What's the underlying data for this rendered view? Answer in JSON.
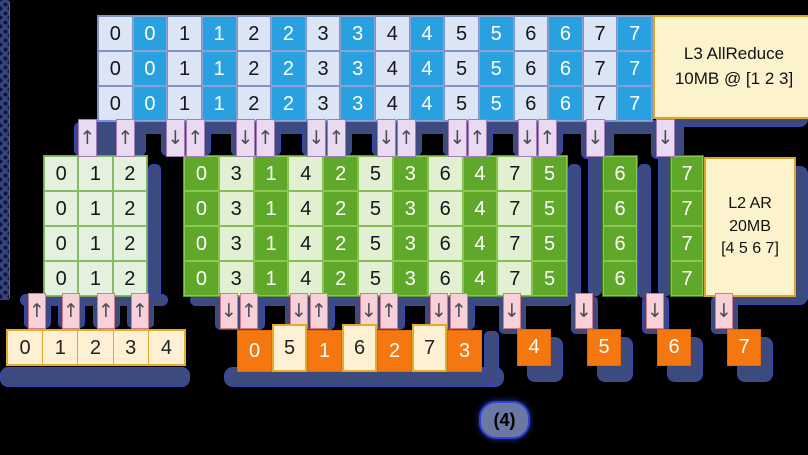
{
  "figure_label": "(4)",
  "l3": {
    "note_line1": "L3 AllReduce",
    "note_line2": "10MB @ [1 2 3]",
    "row_count": 3,
    "columns": [
      {
        "v": "0",
        "tone": "light"
      },
      {
        "v": "0",
        "tone": "dark"
      },
      {
        "v": "1",
        "tone": "light"
      },
      {
        "v": "1",
        "tone": "dark"
      },
      {
        "v": "2",
        "tone": "light"
      },
      {
        "v": "2",
        "tone": "dark"
      },
      {
        "v": "3",
        "tone": "light"
      },
      {
        "v": "3",
        "tone": "dark"
      },
      {
        "v": "4",
        "tone": "light"
      },
      {
        "v": "4",
        "tone": "dark"
      },
      {
        "v": "5",
        "tone": "light"
      },
      {
        "v": "5",
        "tone": "dark"
      },
      {
        "v": "6",
        "tone": "light"
      },
      {
        "v": "6",
        "tone": "dark"
      },
      {
        "v": "7",
        "tone": "light"
      },
      {
        "v": "7",
        "tone": "dark"
      }
    ]
  },
  "l2": {
    "note_line1": "L2 AR",
    "note_line2": "20MB",
    "note_line3": "[4 5 6 7]",
    "grid_a": {
      "row_count": 4,
      "values": [
        "0",
        "1",
        "2"
      ]
    },
    "grid_b": {
      "row_count": 4,
      "columns": [
        {
          "v": "0",
          "tone": "dark"
        },
        {
          "v": "3",
          "tone": "pale"
        },
        {
          "v": "1",
          "tone": "dark"
        },
        {
          "v": "4",
          "tone": "pale"
        },
        {
          "v": "2",
          "tone": "dark"
        },
        {
          "v": "5",
          "tone": "pale"
        },
        {
          "v": "3",
          "tone": "dark"
        },
        {
          "v": "6",
          "tone": "pale"
        },
        {
          "v": "4",
          "tone": "dark"
        },
        {
          "v": "7",
          "tone": "pale"
        },
        {
          "v": "5",
          "tone": "dark"
        }
      ]
    },
    "col_6": {
      "row_count": 4,
      "value": "6"
    },
    "col_7": {
      "row_count": 4,
      "value": "7"
    }
  },
  "l1": {
    "left_row": [
      "0",
      "1",
      "2",
      "3",
      "4"
    ],
    "mid_row": [
      {
        "v": "0",
        "tone": "orange"
      },
      {
        "v": "5",
        "tone": "cream"
      },
      {
        "v": "1",
        "tone": "orange"
      },
      {
        "v": "6",
        "tone": "cream"
      },
      {
        "v": "2",
        "tone": "orange"
      },
      {
        "v": "7",
        "tone": "cream"
      },
      {
        "v": "3",
        "tone": "orange"
      }
    ],
    "single_cells": [
      "4",
      "5",
      "6",
      "7"
    ]
  },
  "arrows": {
    "row1": [
      "up",
      "up",
      "down",
      "up",
      "down",
      "up",
      "down",
      "up",
      "down",
      "up",
      "down",
      "up",
      "down",
      "up",
      "down",
      "down"
    ],
    "row2": [
      "up",
      "up",
      "up",
      "up",
      "down",
      "up",
      "down",
      "up",
      "down",
      "up",
      "down",
      "up",
      "down",
      "down",
      "down",
      "down"
    ]
  },
  "colors": {
    "background": "#000000",
    "blue_light": "#dbe5f6",
    "blue_dark": "#29a0e0",
    "green_pale": "#e2f0d2",
    "green_dark": "#60a829",
    "orange": "#f5770f",
    "cream": "#fdf0d3",
    "gold_border": "#e7aa2b",
    "note_fill": "#fcf3cd",
    "note_border": "#d9a62b",
    "pipe_navy": "#3d4a7d",
    "arrow_purple_fill": "#e9daf1",
    "arrow_pink_fill": "#f8d1d8"
  }
}
